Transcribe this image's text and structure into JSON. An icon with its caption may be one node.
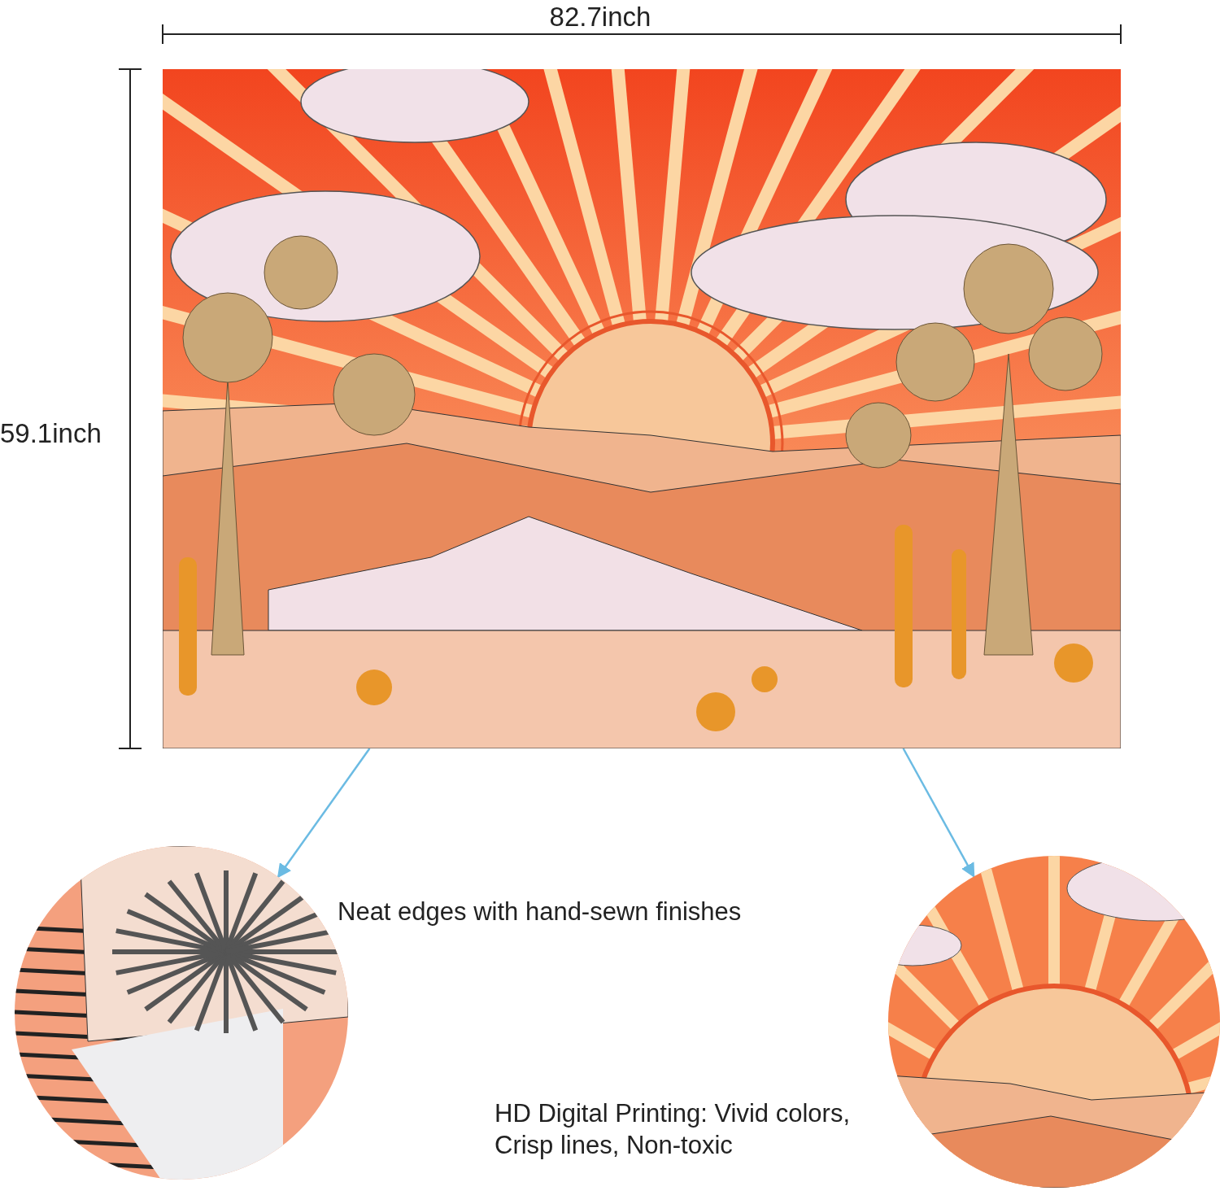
{
  "diagram": {
    "nodes": [
      {
        "text": [],
        "shape": "picture"
      },
      {
        "text": [],
        "shape": "picture",
        "beside": [
          "Neat edges with hand-sewn finishes"
        ]
      },
      {
        "text": [],
        "shape": "picture",
        "beside": [
          "HD Digital Printing: Vivid colors, Crisp lines, Non-toxic"
        ]
      }
    ],
    "edges": [
      {
        "from": 0,
        "to": 1,
        "arrow": "to"
      },
      {
        "from": 0,
        "to": 2,
        "arrow": "to"
      }
    ],
    "labels": [
      "82.7inch",
      "59.1inch"
    ]
  }
}
